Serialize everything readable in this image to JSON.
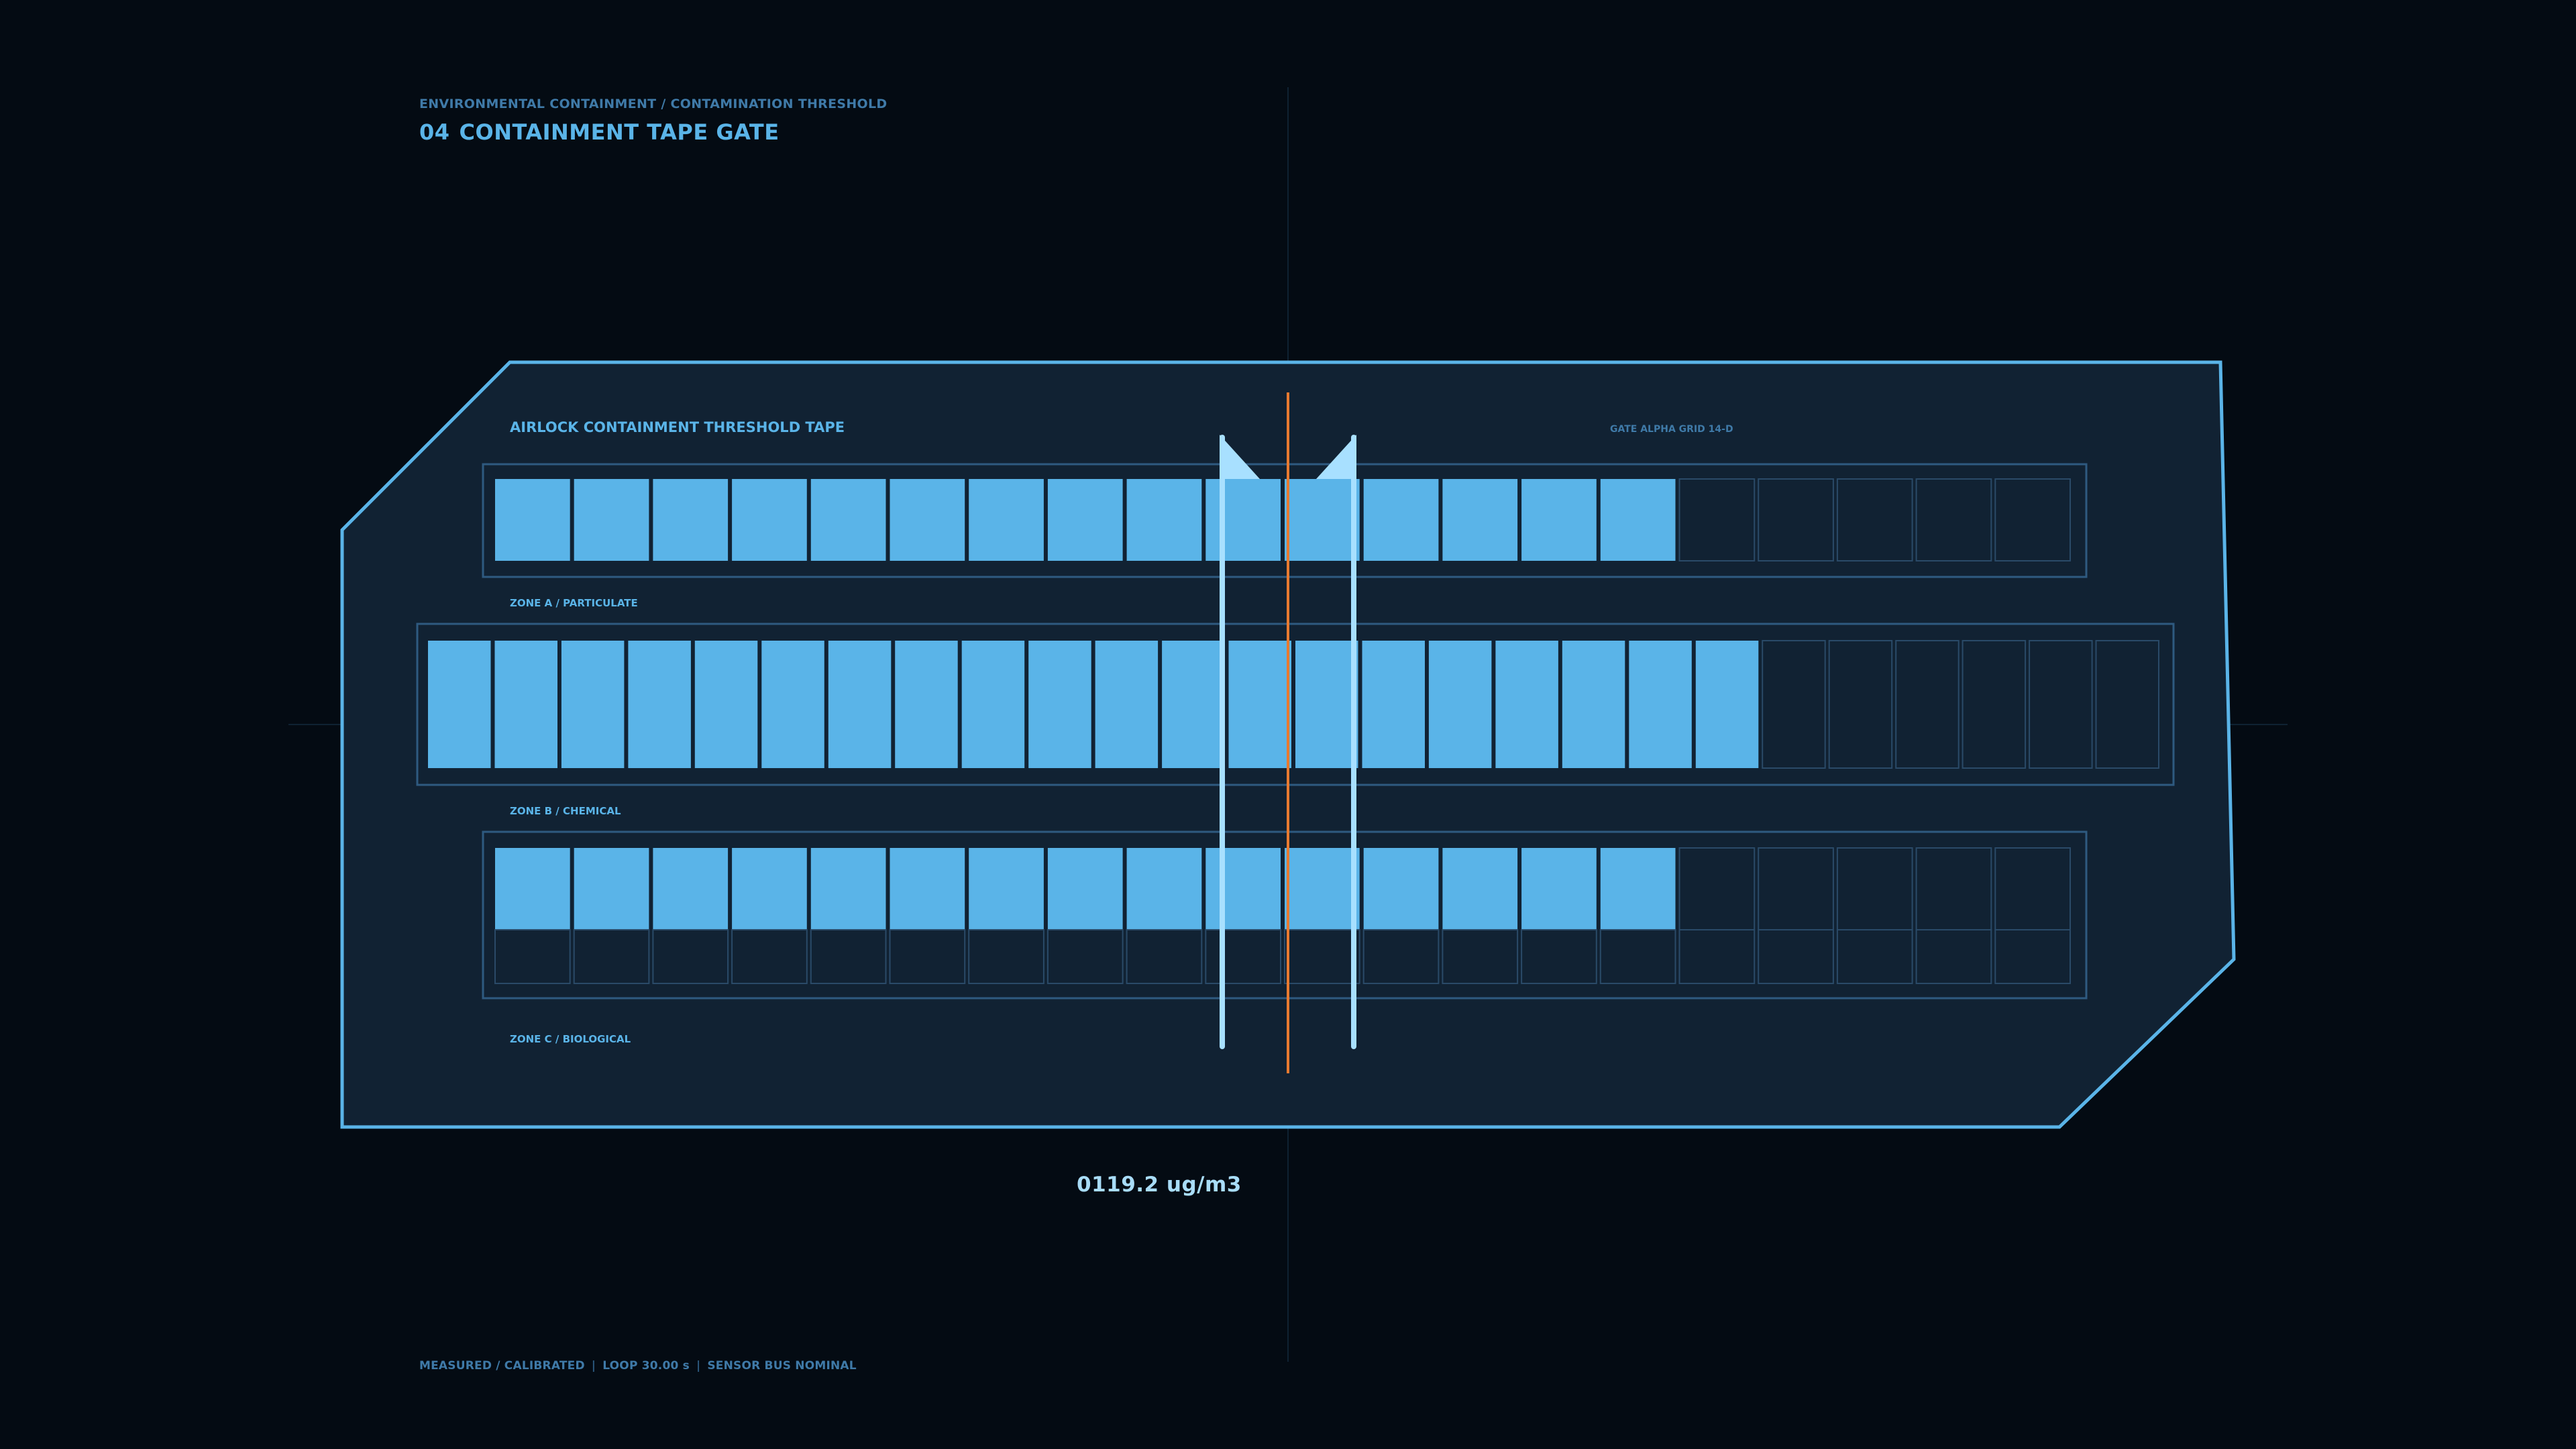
{
  "header": {
    "breadcrumb": "ENVIRONMENTAL CONTAINMENT / CONTAMINATION THRESHOLD",
    "number": "04",
    "title": "CONTAINMENT TAPE GATE"
  },
  "panel": {
    "title": "AIRLOCK CONTAINMENT THRESHOLD TAPE",
    "grid_label": "GATE ALPHA  GRID 14-D"
  },
  "zones": [
    {
      "label": "ZONE A / PARTICULATE",
      "total_cells": 20,
      "filled_cells": 15
    },
    {
      "label": "ZONE B / CHEMICAL",
      "total_cells": 26,
      "filled_cells": 20
    },
    {
      "label": "ZONE C / BIOLOGICAL",
      "total_cells": 20,
      "filled_cells": 15
    }
  ],
  "readout": "0119.2 ug/m3",
  "footer": {
    "mode": "MEASURED / CALIBRATED",
    "loop": "LOOP 30.00 s",
    "bus": "SENSOR BUS NOMINAL"
  },
  "colors": {
    "background": "#040b13",
    "panel_fill": "#112233",
    "panel_stroke": "#5ab4e8",
    "cell_filled": "#5ab4e8",
    "cell_empty_stroke": "#2a4a68",
    "gate_post": "#a8e0ff",
    "threshold_line": "#e87a30"
  }
}
